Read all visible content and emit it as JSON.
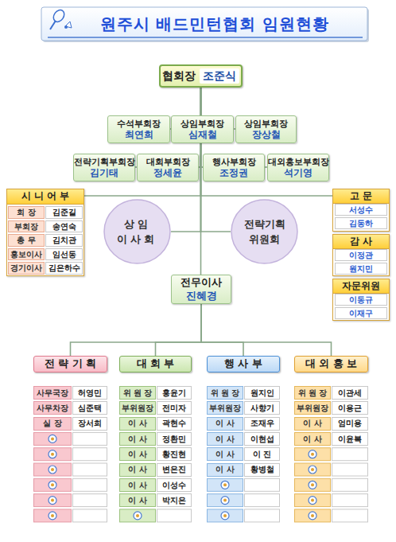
{
  "diagram": {
    "title": "원주시 배드민턴협회 임원현황",
    "nodes": [
      {
        "text": [
          "협회장",
          "조준식"
        ]
      },
      {
        "text": [
          "수석부회장",
          "최연희"
        ]
      },
      {
        "text": [
          "상임부회장",
          "심재철"
        ]
      },
      {
        "text": [
          "상임부회장",
          "장상철"
        ]
      },
      {
        "text": [
          "전략기획부회장",
          "김기태"
        ]
      },
      {
        "text": [
          "대회부회장",
          "정세윤"
        ]
      },
      {
        "text": [
          "행사부회장",
          "조정권"
        ]
      },
      {
        "text": [
          "대외홍보부회장",
          "석기영"
        ]
      },
      {
        "text": [
          "시 니 어 부"
        ]
      },
      {
        "text": [
          "회 장"
        ],
        "in": 8
      },
      {
        "text": [
          "김준길"
        ],
        "in": 8
      },
      {
        "text": [
          "부회장"
        ],
        "in": 8
      },
      {
        "text": [
          "송연숙"
        ],
        "in": 8
      },
      {
        "text": [
          "총 무"
        ],
        "in": 8
      },
      {
        "text": [
          "김치관"
        ],
        "in": 8
      },
      {
        "text": [
          "홍보이사"
        ],
        "in": 8
      },
      {
        "text": [
          "임선동"
        ],
        "in": 8
      },
      {
        "text": [
          "경기이사"
        ],
        "in": 8
      },
      {
        "text": [
          "김은하수"
        ],
        "in": 8
      },
      {
        "text": [
          "고 문"
        ]
      },
      {
        "text": [
          "서성수"
        ],
        "in": 19
      },
      {
        "text": [
          "김동하"
        ],
        "in": 19
      },
      {
        "text": [
          "상임 이사회"
        ]
      },
      {
        "text": [
          "전략기획 위원회"
        ]
      },
      {
        "text": [
          "감 사"
        ]
      },
      {
        "text": [
          "이정관"
        ],
        "in": 24
      },
      {
        "text": [
          "원지민"
        ],
        "in": 24
      },
      {
        "text": [
          "자문위원"
        ]
      },
      {
        "text": [
          "이동규"
        ],
        "in": 27
      },
      {
        "text": [
          "이재구"
        ],
        "in": 27
      },
      {
        "text": [
          "전무이사",
          "진혜경"
        ]
      },
      {
        "text": [
          "전 략 기 획"
        ]
      },
      {
        "text": [
          "대 회 부"
        ]
      },
      {
        "text": [
          "행 사 부"
        ]
      },
      {
        "text": [
          "대 외 홍 보"
        ]
      },
      {
        "text": [
          "사무국장"
        ]
      },
      {
        "text": [
          "허영민"
        ]
      },
      {
        "text": [
          "위 원 장"
        ]
      },
      {
        "text": [
          "홍윤기"
        ]
      },
      {
        "text": [
          "위 원 장"
        ]
      },
      {
        "text": [
          "원지인"
        ]
      },
      {
        "text": [
          "위 원 장"
        ]
      },
      {
        "text": [
          "이관세"
        ]
      },
      {
        "text": [
          "사무차장"
        ]
      },
      {
        "text": [
          "심준택"
        ]
      },
      {
        "text": [
          "부위원장"
        ]
      },
      {
        "text": [
          "전미자"
        ]
      },
      {
        "text": [
          "부위원장"
        ]
      },
      {
        "text": [
          "사향기"
        ]
      },
      {
        "text": [
          "부위원장"
        ]
      },
      {
        "text": [
          "이용근"
        ]
      },
      {
        "text": [
          "실 장"
        ]
      },
      {
        "text": [
          "장서희"
        ]
      },
      {
        "text": [
          "이 사"
        ]
      },
      {
        "text": [
          "곽현수"
        ]
      },
      {
        "text": [
          "이 사"
        ]
      },
      {
        "text": [
          "조재우"
        ]
      },
      {
        "text": [
          "이 사"
        ]
      },
      {
        "text": [
          "엄미용"
        ]
      },
      {
        "text": [
          "이 사"
        ]
      },
      {
        "text": [
          "정환민"
        ]
      },
      {
        "text": [
          "이 사"
        ]
      },
      {
        "text": [
          "이현섭"
        ]
      },
      {
        "text": [
          "이 사"
        ]
      },
      {
        "text": [
          "이윤복"
        ]
      },
      {
        "text": [
          "이 사"
        ]
      },
      {
        "text": [
          "황진현"
        ]
      },
      {
        "text": [
          "이 사"
        ]
      },
      {
        "text": [
          "이 진"
        ]
      },
      {
        "text": [
          "이 사"
        ]
      },
      {
        "text": [
          "변은진"
        ]
      },
      {
        "text": [
          "이 사"
        ]
      },
      {
        "text": [
          "황병철"
        ]
      },
      {
        "text": [
          "이 사"
        ]
      },
      {
        "text": [
          "이성수"
        ]
      },
      {
        "text": [
          "이 사"
        ]
      },
      {
        "text": [
          "박지은"
        ]
      }
    ],
    "edges": [
      {
        "from": 0,
        "to": 1,
        "arrow": "none"
      },
      {
        "from": 0,
        "to": 2,
        "arrow": "none"
      },
      {
        "from": 0,
        "to": 3,
        "arrow": "none"
      },
      {
        "from": 0,
        "to": 4,
        "arrow": "none"
      },
      {
        "from": 0,
        "to": 5,
        "arrow": "none"
      },
      {
        "from": 0,
        "to": 6,
        "arrow": "none"
      },
      {
        "from": 0,
        "to": 7,
        "arrow": "none"
      },
      {
        "from": 0,
        "to": 8,
        "arrow": "none"
      },
      {
        "from": 0,
        "to": 19,
        "arrow": "none"
      },
      {
        "from": 0,
        "to": 22,
        "arrow": "none"
      },
      {
        "from": 0,
        "to": 23,
        "arrow": "none"
      },
      {
        "from": 0,
        "to": 30,
        "arrow": "none"
      },
      {
        "from": 30,
        "to": 31,
        "arrow": "none"
      },
      {
        "from": 30,
        "to": 32,
        "arrow": "none"
      },
      {
        "from": 30,
        "to": 33,
        "arrow": "none"
      },
      {
        "from": 30,
        "to": 34,
        "arrow": "none"
      }
    ]
  }
}
